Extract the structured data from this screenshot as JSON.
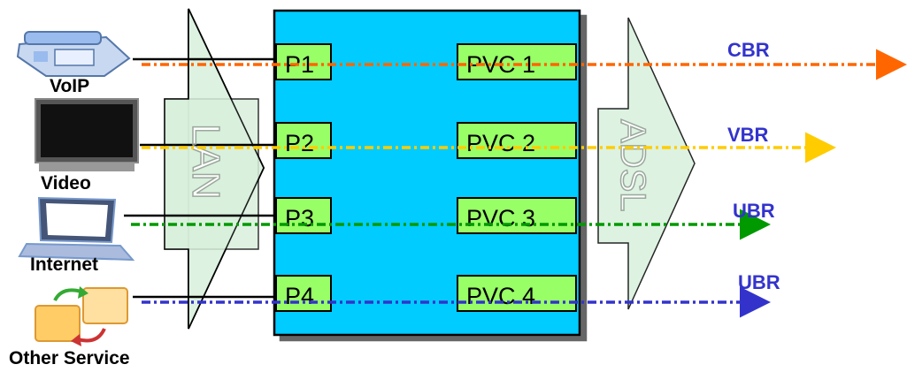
{
  "lan_label": "LAN",
  "adsl_label": "ADSL",
  "colors": {
    "box_fill": "#00ccff",
    "port_fill": "#99ff66",
    "funnel_fill": "#d8f0dc",
    "line_cbr": "#ff6600",
    "line_vbr": "#ffcc00",
    "line_ubr1": "#009900",
    "line_ubr2": "#3333cc",
    "rate_text": "#3333cc"
  },
  "rows": [
    {
      "device": "VoIP",
      "device_icon": "phone-icon",
      "port": "P1",
      "pvc": "PVC 1",
      "rate": "CBR",
      "line_color": "#ff6600"
    },
    {
      "device": "Video",
      "device_icon": "tv-icon",
      "port": "P2",
      "pvc": "PVC 2",
      "rate": "VBR",
      "line_color": "#ffcc00"
    },
    {
      "device": "Internet",
      "device_icon": "laptop-icon",
      "port": "P3",
      "pvc": "PVC 3",
      "rate": "UBR",
      "line_color": "#009900"
    },
    {
      "device": "Other Service",
      "device_icon": "services-icon",
      "port": "P4",
      "pvc": "PVC 4",
      "rate": "UBR",
      "line_color": "#3333cc"
    }
  ]
}
